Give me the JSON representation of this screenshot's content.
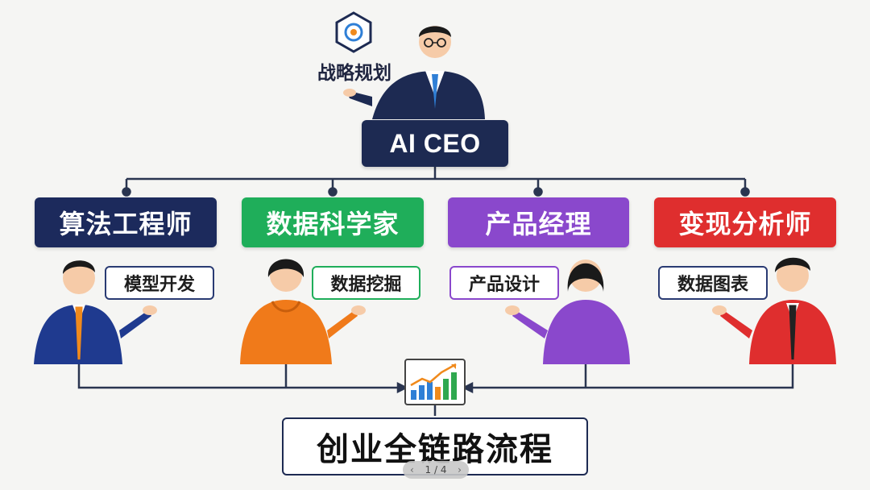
{
  "top": {
    "strategy_label": "战略规划",
    "ceo_label": "AI CEO"
  },
  "roles": [
    {
      "title": "算法工程师",
      "bubble": "模型开发",
      "color": "#1c2a5c"
    },
    {
      "title": "数据科学家",
      "bubble": "数据挖掘",
      "color": "#1fae5a"
    },
    {
      "title": "产品经理",
      "bubble": "产品设计",
      "color": "#8a48cc"
    },
    {
      "title": "变现分析师",
      "bubble": "数据图表",
      "color": "#df2e2e"
    }
  ],
  "bottom": {
    "process_label": "创业全链路流程"
  },
  "pager": {
    "prev_icon": "chevron-left-icon",
    "text": "1 / 4",
    "next_icon": "chevron-right-icon"
  },
  "colors": {
    "navy": "#1d2a52",
    "green": "#1fae5a",
    "purple": "#8a48cc",
    "red": "#df2e2e",
    "line": "#2a3550"
  }
}
